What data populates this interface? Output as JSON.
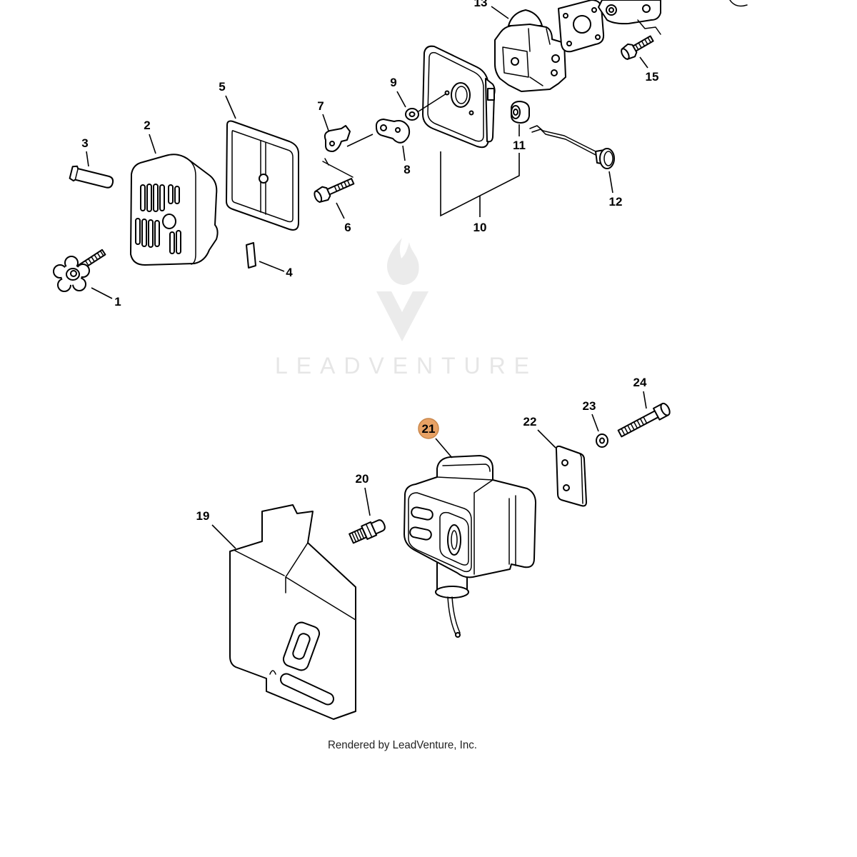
{
  "diagram": {
    "callouts": [
      {
        "label": "1"
      },
      {
        "label": "2"
      },
      {
        "label": "3"
      },
      {
        "label": "4"
      },
      {
        "label": "5"
      },
      {
        "label": "6"
      },
      {
        "label": "7"
      },
      {
        "label": "8"
      },
      {
        "label": "9"
      },
      {
        "label": "10"
      },
      {
        "label": "11"
      },
      {
        "label": "12"
      },
      {
        "label": "13"
      },
      {
        "label": "15"
      },
      {
        "label": "19"
      },
      {
        "label": "20"
      },
      {
        "label": "21",
        "selected": true
      },
      {
        "label": "22"
      },
      {
        "label": "23"
      },
      {
        "label": "24"
      }
    ]
  },
  "watermark": {
    "text": "LEADVENTURE"
  },
  "footer": {
    "text": "Rendered by LeadVenture, Inc."
  },
  "colors": {
    "line": "#000000",
    "highlight": "#E8A265",
    "highlight_border": "#C9864A",
    "watermark": "#E6E6E6",
    "background": "#FFFFFF"
  }
}
